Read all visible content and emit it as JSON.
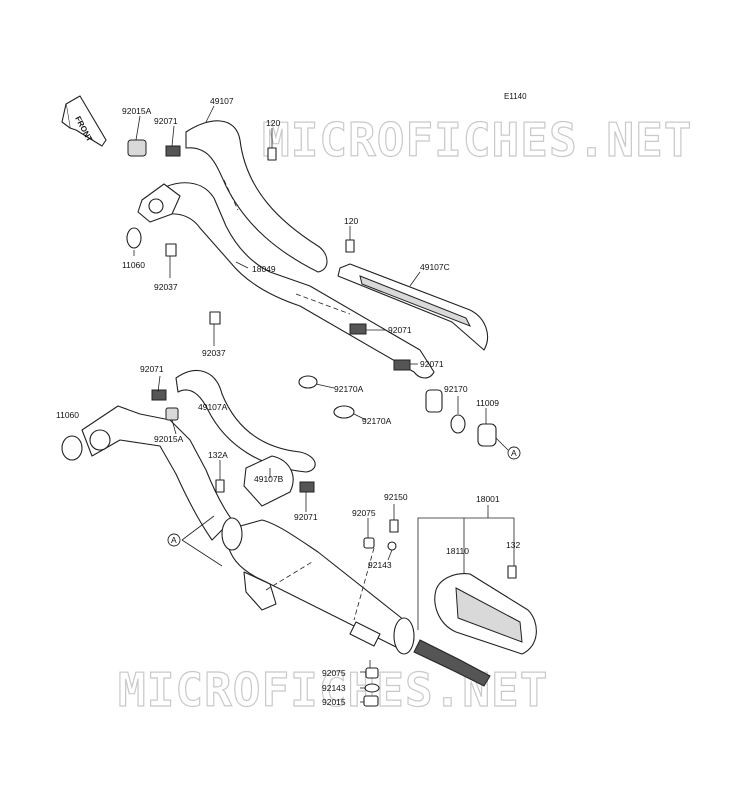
{
  "diagram_code": "E1140",
  "front_label": "FRONT",
  "watermark": "MICROFICHES.NET",
  "parts": {
    "p92015A_top": "92015A",
    "p49107": "49107",
    "p92071_top": "92071",
    "p120_top": "120",
    "p11060_top": "11060",
    "p92037_a": "92037",
    "p18049": "18049",
    "p120_mid": "120",
    "p49107C": "49107C",
    "p92071_mid": "92071",
    "p92037_b": "92037",
    "p92071_r": "92071",
    "p92170A_a": "92170A",
    "p92170": "92170",
    "p11009": "11009",
    "p92170A_b": "92170A",
    "p92071_l": "92071",
    "p11060_l": "11060",
    "p49107A": "49107A",
    "p92015A_l": "92015A",
    "p132A": "132A",
    "p49107B": "49107B",
    "p92071_b": "92071",
    "p92150": "92150",
    "p92075_a": "92075",
    "p18001": "18001",
    "p18110": "18110",
    "p132": "132",
    "p92143_a": "92143",
    "p92075_b": "92075",
    "p92143_b": "92143",
    "p92015_b": "92015"
  },
  "ref_marks": {
    "ref_a_right": "A",
    "ref_a_left": "A"
  }
}
